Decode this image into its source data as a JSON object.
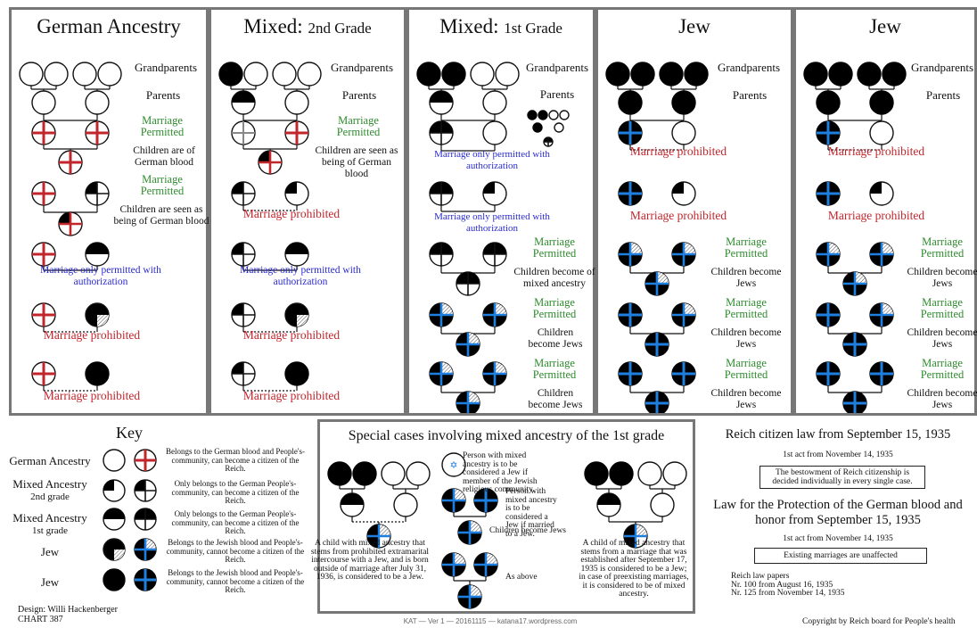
{
  "panels": {
    "german": {
      "title": "German Ancestry",
      "grandparents": "Grandparents",
      "parents": "Parents",
      "mp1": "Marriage Permitted",
      "child1": "Children are of German blood",
      "mp2": "Marriage Permitted",
      "child2": "Children are seen as being of German blood",
      "auth": "Marriage only permitted with authorization",
      "prohib1": "Marriage prohibited",
      "prohib2": "Marriage prohibited"
    },
    "mixed2": {
      "title_a": "Mixed:",
      "title_b": "2nd Grade",
      "grandparents": "Grandparents",
      "parents": "Parents",
      "mp1": "Marriage Permitted",
      "child1": "Children are seen as being of German blood",
      "prohib0": "Marriage prohibited",
      "auth": "Marriage only permitted with authorization",
      "prohib1": "Marriage prohibited",
      "prohib2": "Marriage prohibited"
    },
    "mixed1": {
      "title_a": "Mixed:",
      "title_b": "1st Grade",
      "grandparents": "Grandparents",
      "parents": "Parents",
      "auth1": "Marriage only permitted with authorization",
      "auth2": "Marriage only permitted with authorization",
      "mp1": "Marriage Permitted",
      "child1": "Children become of mixed ancestry",
      "mp2": "Marriage Permitted",
      "child2": "Children become Jews",
      "mp3": "Marriage Permitted",
      "child3": "Children become Jews"
    },
    "jew1": {
      "title": "Jew",
      "grandparents": "Grandparents",
      "parents": "Parents",
      "prohib1": "Marriage prohibited",
      "prohib2": "Marriage prohibited",
      "mp1": "Marriage Permitted",
      "child1": "Children become Jews",
      "mp2": "Marriage Permitted",
      "child2": "Children become Jews",
      "mp3": "Marriage Permitted",
      "child3": "Children become Jews"
    },
    "jew2": {
      "title": "Jew",
      "grandparents": "Grandparents",
      "parents": "Parents",
      "prohib1": "Marriage prohibited",
      "prohib2": "Marriage prohibited",
      "mp1": "Marriage Permitted",
      "child1": "Children become Jews",
      "mp2": "Marriage Permitted",
      "child2": "Children become Jews",
      "mp3": "Marriage Permitted",
      "child3": "Children become Jews"
    }
  },
  "key": {
    "title": "Key",
    "rows": [
      {
        "name": "German Ancestry",
        "text": "Belongs to the German blood and People's-community, can become a citizen of the Reich."
      },
      {
        "name": "Mixed Ancestry",
        "sub": "2nd grade",
        "text": "Only belongs to the German People's-community, can become a citizen of the Reich."
      },
      {
        "name": "Mixed Ancestry",
        "sub": "1st grade",
        "text": "Only belongs to the German People's-community, can become a citizen of the Reich."
      },
      {
        "name": "Jew",
        "text": "Belongs to the Jewish blood and People's-community, cannot become a citizen of the Reich."
      },
      {
        "name": "Jew",
        "text": "Belongs to the Jewish blood and People's-community, cannot become a citizen of the Reich."
      }
    ]
  },
  "special": {
    "title": "Special cases involving mixed ancestry of the 1st grade",
    "left": "A child with mixed ancestry that stems from prohibited extramarital intercourse with a Jew, and is born outside of marriage after July 31, 1936, is considered to be a Jew.",
    "mid1": "Person with mixed ancestry is to be considered a Jew if member of the Jewish religious community.",
    "mid2": "Person with mixed ancestry is to be considered a Jew if married to a Jew.",
    "mid3": "Children become Jews",
    "mid4": "As above",
    "right": "A child of mixed ancestry that stems from a marriage that was established after September 17, 1935 is considered to be a Jew; in case of preexisting marriages, it is considered to be of mixed ancestry."
  },
  "laws": {
    "title1": "Reich citizen law from September 15, 1935",
    "act1": "1st act from November 14, 1935",
    "box1": "The bestowment of Reich citizenship is decided individually in every single case.",
    "title2": "Law for the Protection of the German blood and honor from September 15, 1935",
    "act2": "1st act from November 14, 1935",
    "box2": "Existing marriages are unaffected",
    "papers": "Reich law papers",
    "nr1": "Nr. 100 from August 16, 1935",
    "nr2": "Nr. 125 from November 14, 1935"
  },
  "footer": {
    "design": "Design: Willi Hackenberger",
    "chart": "CHART 387",
    "center": "KAT — Ver 1 — 20161115 — katana17.wordpress.com",
    "copyright": "Copyright by Reich board for People's health"
  },
  "colors": {
    "red": "#c0262c",
    "blue": "#1f7fe0",
    "green": "#2e8b2e",
    "purple": "#2a2ad0"
  }
}
